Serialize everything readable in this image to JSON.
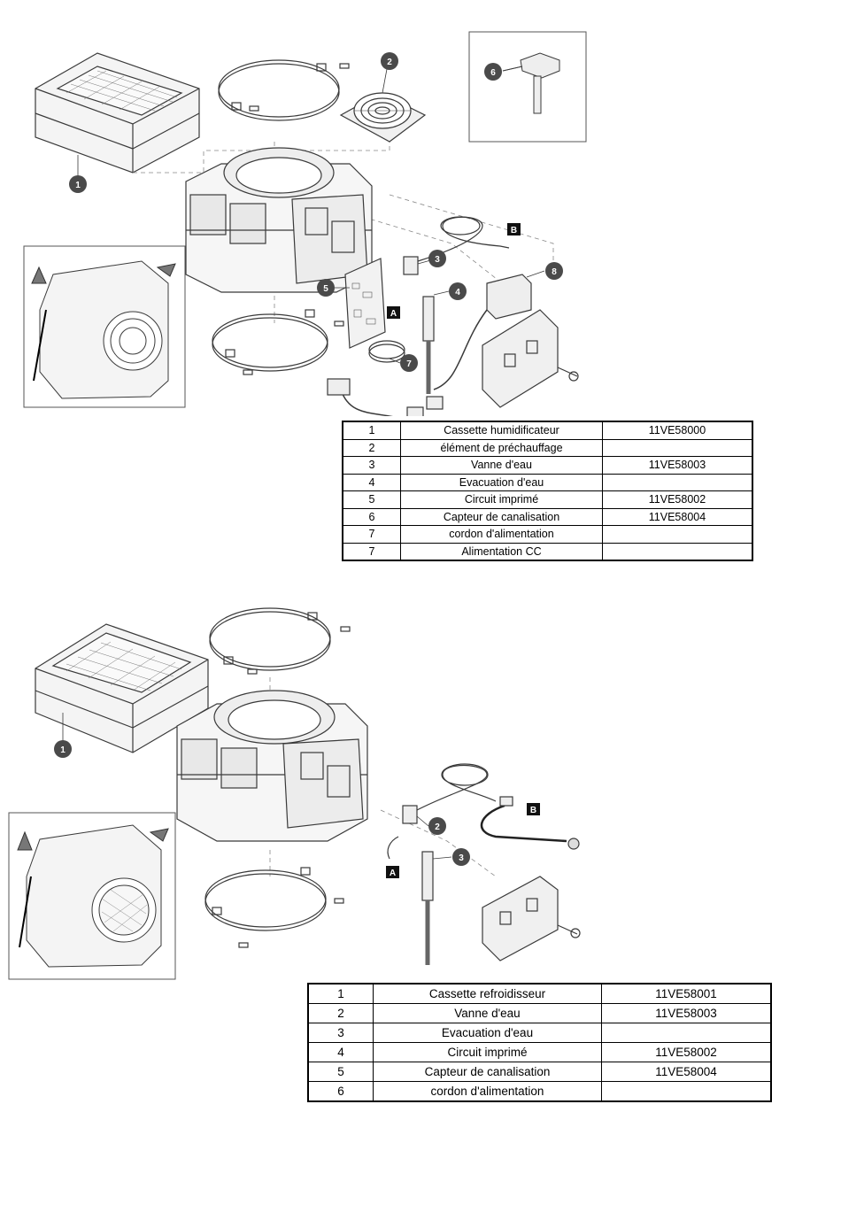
{
  "diagram_top": {
    "callouts": [
      "1",
      "2",
      "3",
      "4",
      "5",
      "6",
      "7",
      "8"
    ],
    "boxed_letters": [
      "A",
      "B"
    ]
  },
  "diagram_bottom": {
    "callouts": [
      "1",
      "2",
      "3"
    ],
    "boxed_letters": [
      "A",
      "B"
    ]
  },
  "table_top": {
    "rows": [
      {
        "num": "1",
        "name": "Cassette humidificateur",
        "ref": "11VE58000"
      },
      {
        "num": "2",
        "name": "élément de préchauffage",
        "ref": ""
      },
      {
        "num": "3",
        "name": "Vanne d'eau",
        "ref": "11VE58003"
      },
      {
        "num": "4",
        "name": "Evacuation d'eau",
        "ref": ""
      },
      {
        "num": "5",
        "name": "Circuit imprimé",
        "ref": "11VE58002"
      },
      {
        "num": "6",
        "name": "Capteur de canalisation",
        "ref": "11VE58004"
      },
      {
        "num": "7",
        "name": "cordon d'alimentation",
        "ref": ""
      },
      {
        "num": "7",
        "name": "Alimentation CC",
        "ref": ""
      }
    ]
  },
  "table_bottom": {
    "rows": [
      {
        "num": "1",
        "name": "Cassette refroidisseur",
        "ref": "11VE58001"
      },
      {
        "num": "2",
        "name": "Vanne d'eau",
        "ref": "11VE58003"
      },
      {
        "num": "3",
        "name": "Evacuation d'eau",
        "ref": ""
      },
      {
        "num": "4",
        "name": "Circuit imprimé",
        "ref": "11VE58002"
      },
      {
        "num": "5",
        "name": "Capteur de canalisation",
        "ref": "11VE58004"
      },
      {
        "num": "6",
        "name": "cordon d'alimentation",
        "ref": ""
      }
    ]
  },
  "colors": {
    "line": "#3a3a3a",
    "callout_fill": "#4a4a4a",
    "box_fill": "#111111"
  }
}
